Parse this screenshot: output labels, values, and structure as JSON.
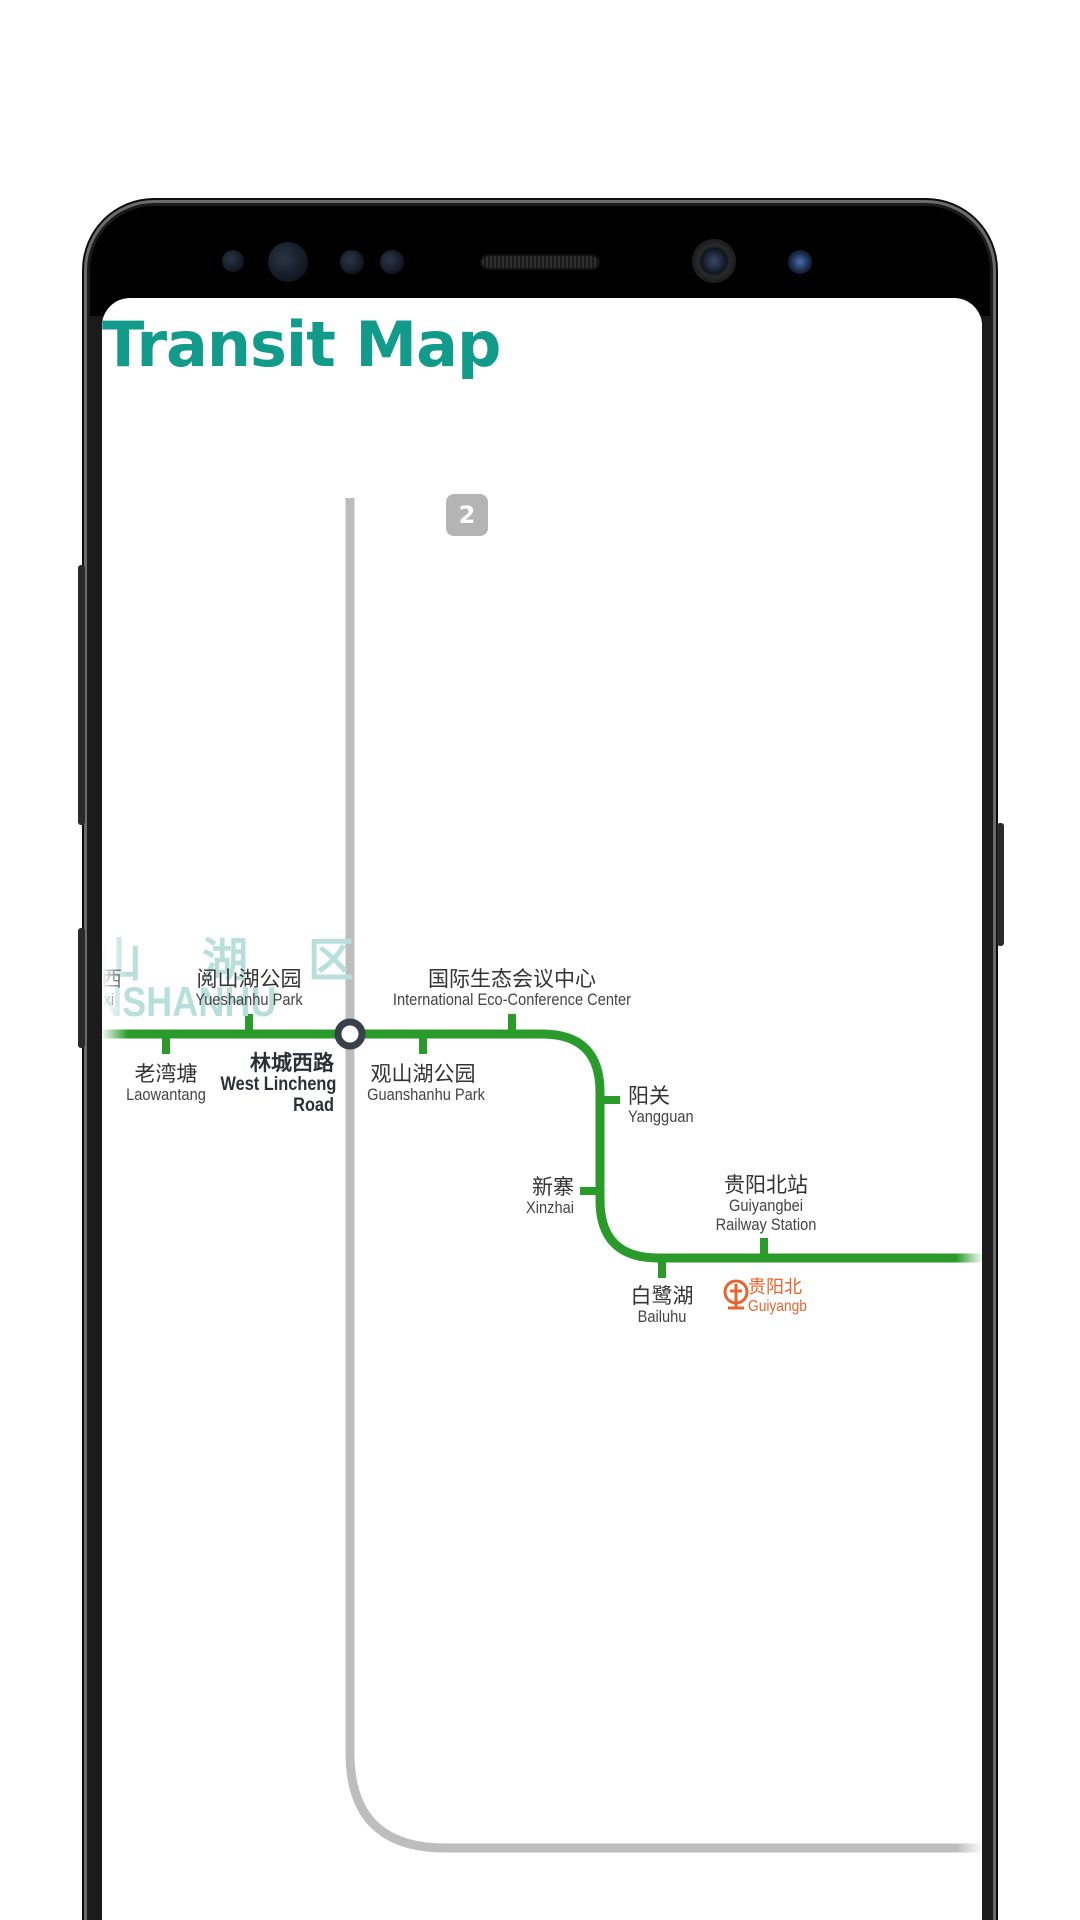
{
  "app": {
    "title": "Transit Map"
  },
  "colors": {
    "accent": "#129a8a",
    "line_1": "#2a9a2a",
    "line_2": "#bdbdbd",
    "railway": "#e8642c",
    "district": "#b9dfdb"
  },
  "map": {
    "district": {
      "name_zh": "山 湖 区",
      "name_en": "NSHANHU"
    },
    "line_2_badge": "2",
    "stations": [
      {
        "id": "maixi",
        "zh": "麦西",
        "en": "maixi"
      },
      {
        "id": "laowantang",
        "zh": "老湾塘",
        "en": "Laowantang"
      },
      {
        "id": "yueshanhu-park",
        "zh": "阅山湖公园",
        "en": "Yueshanhu Park"
      },
      {
        "id": "west-lincheng-road",
        "zh": "林城西路",
        "en_line1": "West Lincheng",
        "en_line2": "Road",
        "transfer": true
      },
      {
        "id": "guanshanhu-park",
        "zh": "观山湖公园",
        "en": "Guanshanhu Park"
      },
      {
        "id": "eco-conference-center",
        "zh": "国际生态会议中心",
        "en": "International Eco-Conference Center"
      },
      {
        "id": "yangguan",
        "zh": "阳关",
        "en": "Yangguan"
      },
      {
        "id": "xinzhai",
        "zh": "新寨",
        "en": "Xinzhai"
      },
      {
        "id": "bailuhu",
        "zh": "白鹭湖",
        "en": "Bailuhu"
      },
      {
        "id": "guiyangbei-railway-station",
        "zh": "贵阳北站",
        "en_line1": "Guiyangbei",
        "en_line2": "Railway Station"
      }
    ],
    "railway_station": {
      "zh": "贵阳北",
      "en": "Guiyangb",
      "icon": "railway-station-icon"
    }
  }
}
